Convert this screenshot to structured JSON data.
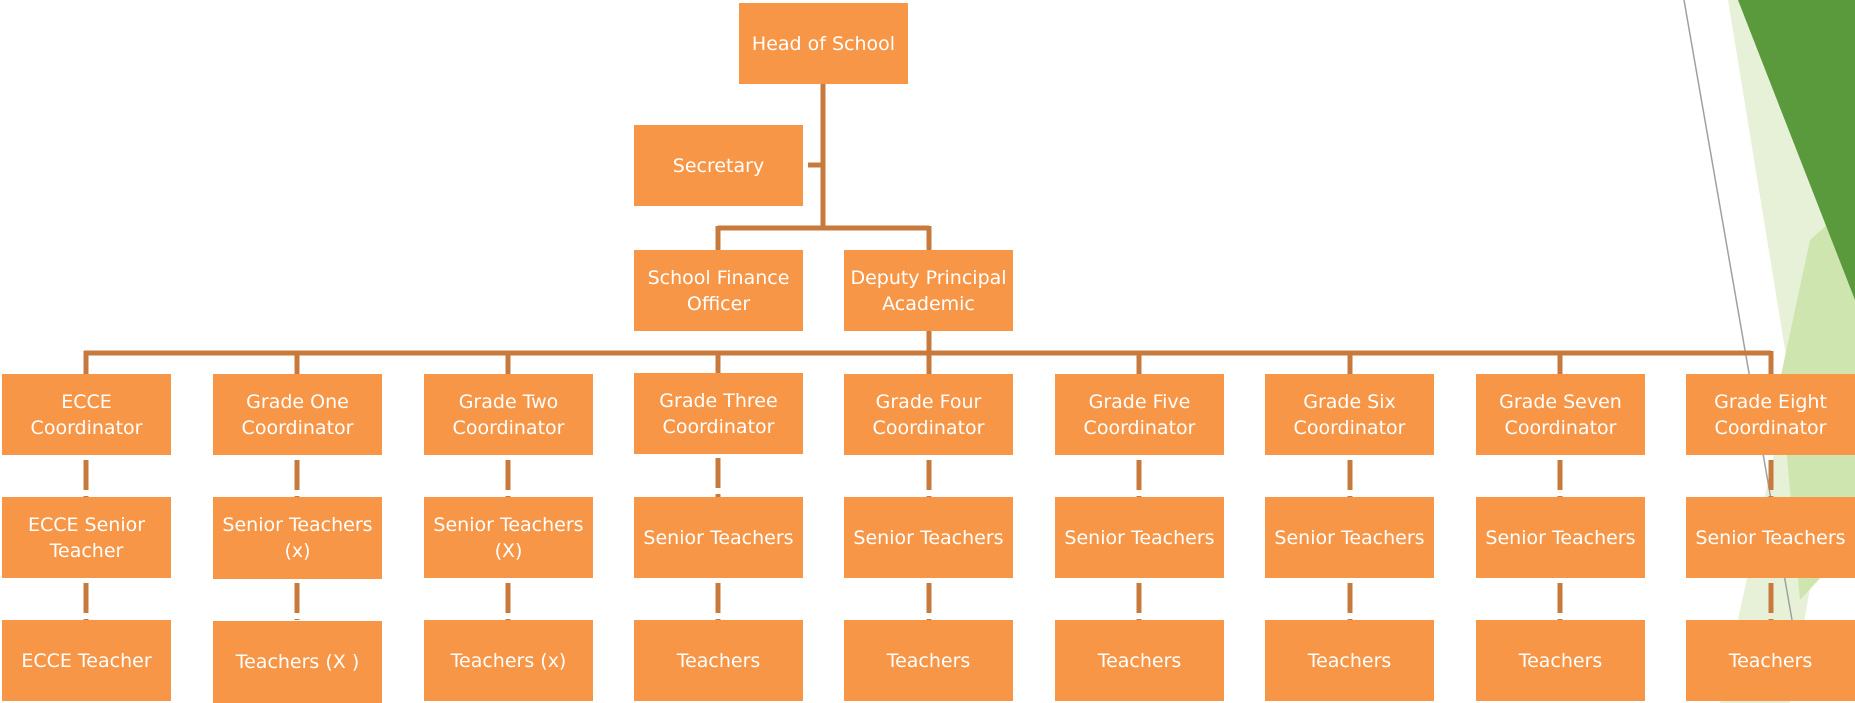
{
  "chart": {
    "top": {
      "head": "Head of School",
      "secretary": "Secretary"
    },
    "second_level": [
      "School Finance Officer",
      "Deputy Principal Academic"
    ],
    "columns": [
      {
        "coordinator": "ECCE Coordinator",
        "senior": "ECCE Senior Teacher",
        "teachers": "ECCE Teacher"
      },
      {
        "coordinator": "Grade One Coordinator",
        "senior": "Senior Teachers (x)",
        "teachers": "Teachers (X )"
      },
      {
        "coordinator": "Grade Two Coordinator",
        "senior": "Senior Teachers (X)",
        "teachers": "Teachers (x)"
      },
      {
        "coordinator": "Grade Three Coordinator",
        "senior": "Senior Teachers",
        "teachers": "Teachers"
      },
      {
        "coordinator": "Grade Four Coordinator",
        "senior": "Senior Teachers",
        "teachers": "Teachers"
      },
      {
        "coordinator": "Grade Five Coordinator",
        "senior": "Senior Teachers",
        "teachers": "Teachers"
      },
      {
        "coordinator": "Grade Six Coordinator",
        "senior": "Senior Teachers",
        "teachers": "Teachers"
      },
      {
        "coordinator": "Grade Seven Coordinator",
        "senior": "Senior Teachers",
        "teachers": "Teachers"
      },
      {
        "coordinator": "Grade Eight Coordinator",
        "senior": "Senior Teachers",
        "teachers": "Teachers"
      }
    ]
  },
  "colors": {
    "box_fill": "#f79646",
    "box_text": "#ffffff",
    "connector": "#c87a3c",
    "decor_dark_green": "#5a9a3c",
    "decor_light_green": "#d4e8b8"
  }
}
